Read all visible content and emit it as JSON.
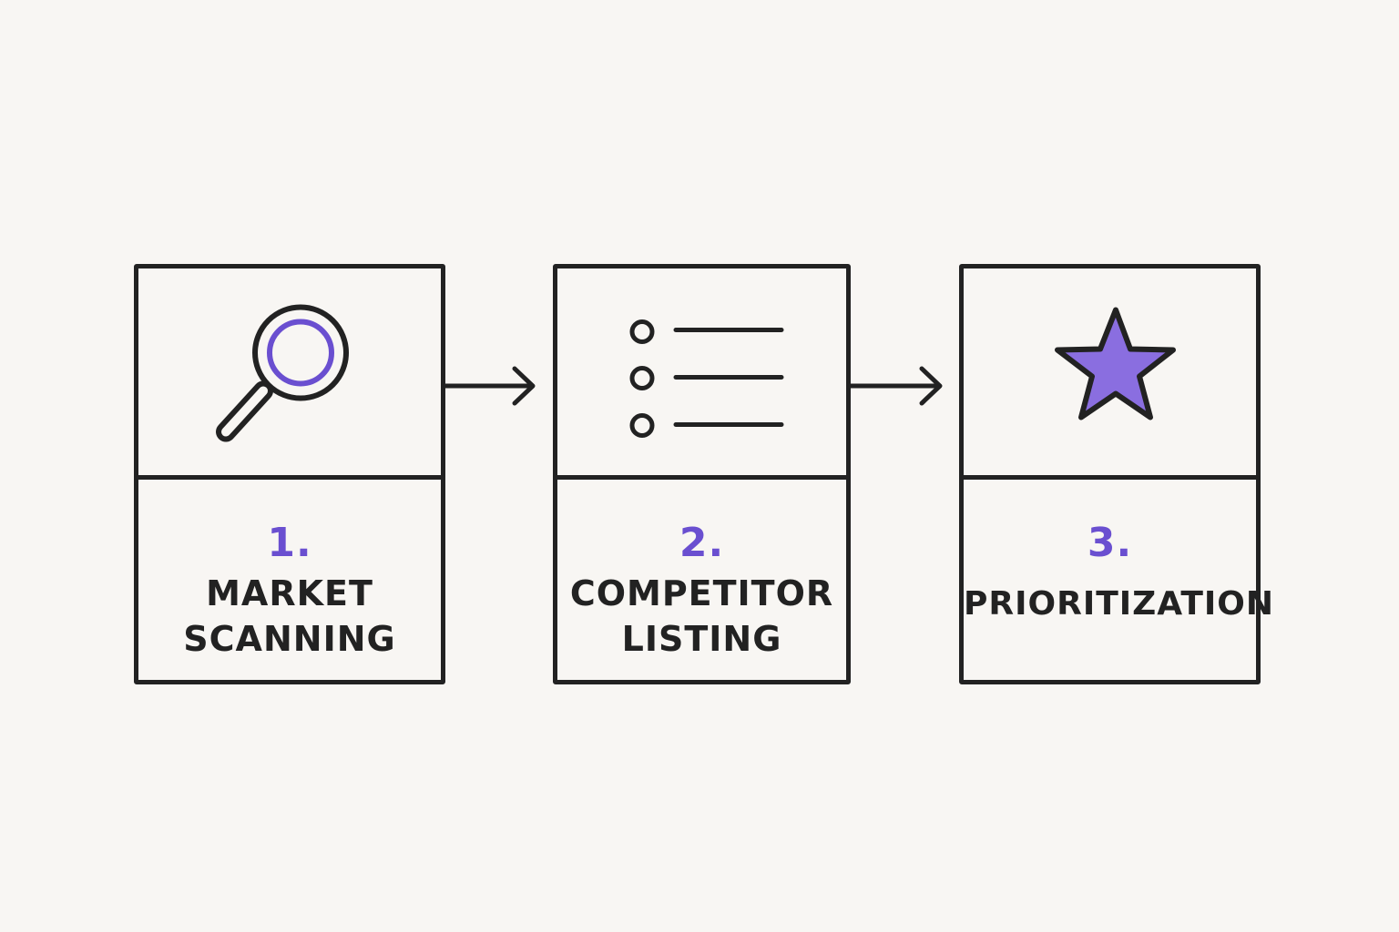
{
  "steps": [
    {
      "number": "1.",
      "title_lines": [
        "MARKET",
        "SCANNING"
      ],
      "icon": "magnifier-icon"
    },
    {
      "number": "2.",
      "title_lines": [
        "COMPETITOR",
        "LISTING"
      ],
      "icon": "list-icon"
    },
    {
      "number": "3.",
      "title_lines": [
        "PRIORITIZATION"
      ],
      "icon": "star-icon"
    }
  ],
  "colors": {
    "background": "#f8f6f3",
    "stroke": "#222222",
    "accent": "#6a4fd0",
    "star_fill": "#8a6ee0"
  }
}
